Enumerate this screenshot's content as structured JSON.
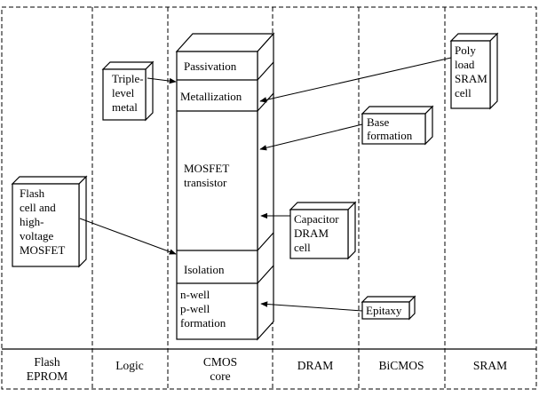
{
  "columns": [
    "Flash EPROM",
    "Logic",
    "CMOS core",
    "DRAM",
    "BiCMOS",
    "SRAM"
  ],
  "footer": {
    "flash_l1": "Flash",
    "flash_l2": "EPROM",
    "logic": "Logic",
    "cmos_l1": "CMOS",
    "cmos_l2": "core",
    "dram": "DRAM",
    "bicmos": "BiCMOS",
    "sram": "SRAM"
  },
  "core_layers": {
    "passivation": "Passivation",
    "metallization": "Metallization",
    "mosfet_l1": "MOSFET",
    "mosfet_l2": "transistor",
    "isolation": "Isolation",
    "well_l1": "n-well",
    "well_l2": "p-well",
    "well_l3": "formation"
  },
  "modules": {
    "triple_l1": "Triple-",
    "triple_l2": "level",
    "triple_l3": "metal",
    "flash_l1": "Flash",
    "flash_l2": "cell and",
    "flash_l3": "high-",
    "flash_l4": "voltage",
    "flash_l5": "MOSFET",
    "poly_l1": "Poly",
    "poly_l2": "load",
    "poly_l3": "SRAM",
    "poly_l4": "cell",
    "base_l1": "Base",
    "base_l2": "formation",
    "cap_l1": "Capacitor",
    "cap_l2": "DRAM",
    "cap_l3": "cell",
    "epitaxy": "Epitaxy"
  }
}
